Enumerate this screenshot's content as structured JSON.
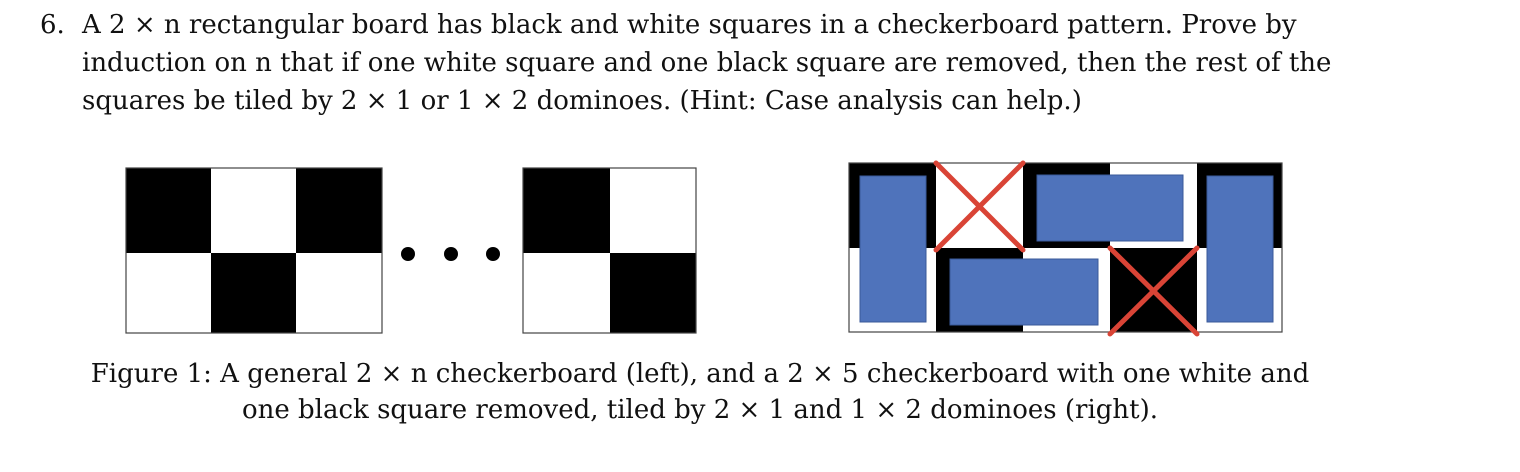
{
  "problem": {
    "number": "6.",
    "lines": [
      "A 2 × n rectangular board has black and white squares in a checkerboard pattern. Prove by",
      "induction on n that if one white square and one black square are removed, then the rest of the",
      "squares be tiled by 2 × 1 or 1 × 2 dominoes. (Hint: Case analysis can help.)"
    ]
  },
  "figure": {
    "left_board": {
      "rows": 2,
      "columns_shown": [
        "black-top",
        "white-top",
        "black-top",
        "ellipsis",
        "black-top",
        "white-top"
      ],
      "ellipsis": "• • •"
    },
    "right_board": {
      "rows": 2,
      "columns": 5,
      "removed_squares": [
        {
          "row": 1,
          "col": 2,
          "color": "white"
        },
        {
          "row": 2,
          "col": 4,
          "color": "black"
        }
      ],
      "dominoes": [
        {
          "orientation": "vertical",
          "cells": [
            [
              1,
              1
            ],
            [
              2,
              1
            ]
          ]
        },
        {
          "orientation": "horizontal",
          "cells": [
            [
              1,
              3
            ],
            [
              1,
              4
            ]
          ]
        },
        {
          "orientation": "horizontal",
          "cells": [
            [
              2,
              2
            ],
            [
              2,
              3
            ]
          ]
        },
        {
          "orientation": "vertical",
          "cells": [
            [
              1,
              5
            ],
            [
              2,
              5
            ]
          ]
        }
      ]
    },
    "colors": {
      "black": "#000000",
      "white": "#ffffff",
      "domino": "#4f73bb",
      "cross": "#d94436"
    }
  },
  "caption": {
    "lines": [
      "Figure 1: A general 2 × n checkerboard (left), and a 2 × 5 checkerboard with one white and",
      "one black square removed, tiled by 2 × 1 and 1 × 2 dominoes (right)."
    ]
  }
}
